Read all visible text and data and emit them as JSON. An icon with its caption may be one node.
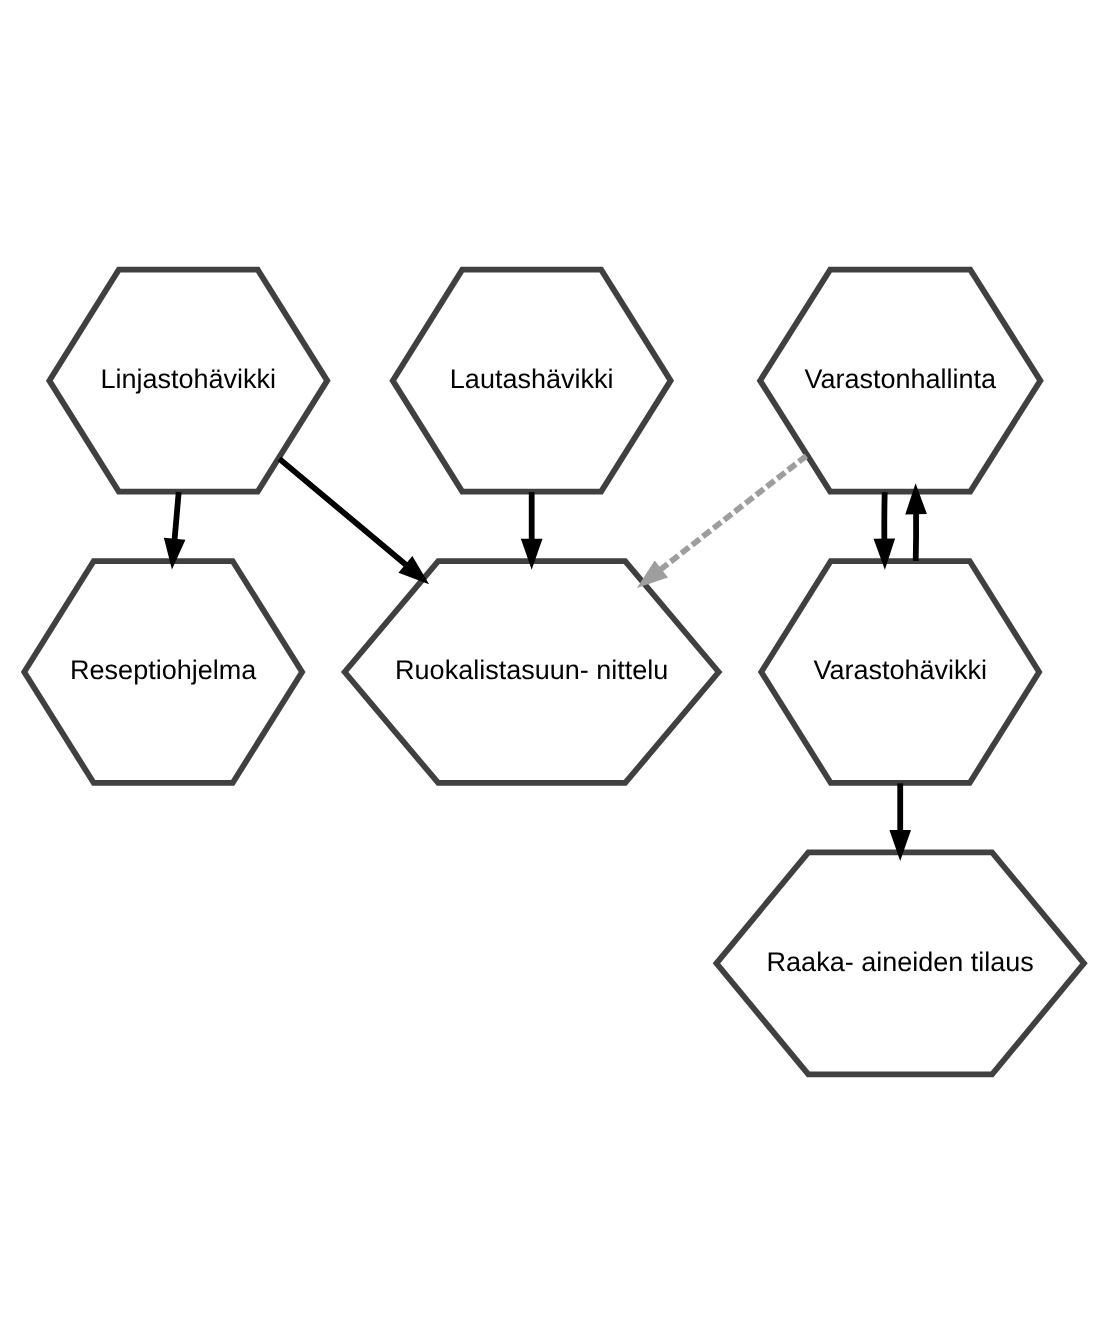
{
  "diagram": {
    "nodes": [
      {
        "text": [
          "Lautashävikki"
        ]
      },
      {
        "text": [
          "Linjastohävikki"
        ]
      },
      {
        "text": [
          "Ruokalistasuun- nittelu"
        ]
      },
      {
        "text": [
          "Reseptiohjelma"
        ]
      },
      {
        "text": [
          "Raaka- aineiden tilaus"
        ]
      },
      {
        "text": [
          "Varastonhallinta"
        ]
      },
      {
        "text": [
          "Varastohävikki"
        ]
      }
    ],
    "edges": [
      {
        "from": 0,
        "to": 2,
        "arrow": "to"
      },
      {
        "from": 1,
        "to": 2,
        "arrow": "to"
      },
      {
        "from": 1,
        "to": 3,
        "arrow": "to"
      },
      {
        "from": 5,
        "to": 2,
        "arrow": "to",
        "style": "dashed",
        "color": "#9e9e9e"
      },
      {
        "from": 6,
        "to": 4,
        "arrow": "to"
      },
      {
        "from": 6,
        "to": 5,
        "arrow": "to"
      },
      {
        "from": 5,
        "to": 6,
        "arrow": "to"
      }
    ]
  }
}
